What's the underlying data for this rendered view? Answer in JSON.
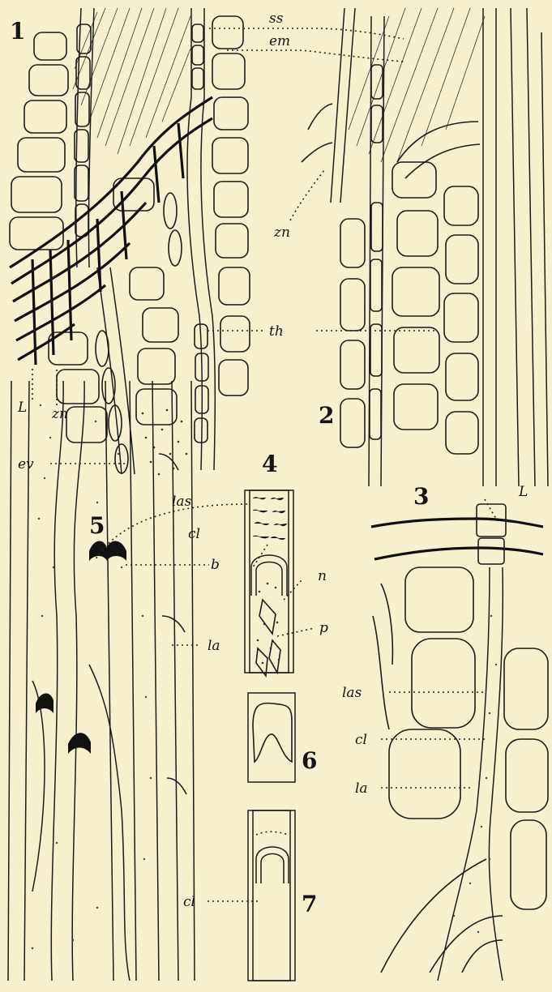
{
  "figures": {
    "fig1": "1",
    "fig2": "2",
    "fig3": "3",
    "fig4": "4",
    "fig5": "5",
    "fig6": "6",
    "fig7": "7"
  },
  "labels": {
    "ss": "ss",
    "em": "em",
    "zn_fig2": "zn",
    "th": "th",
    "L_fig1": "L",
    "zn_fig1": "zn",
    "ev": "ev",
    "las_fig5": "las",
    "cl_fig4": "cl",
    "n": "n",
    "p": "p",
    "b": "b",
    "la_fig5": "la",
    "L_fig3": "L",
    "las_fig3": "las",
    "cl_fig3": "cl",
    "la_fig3": "la",
    "cl_fig7": "cl"
  },
  "colors": {
    "paper": "#f6f0cf",
    "ink": "#141414"
  }
}
